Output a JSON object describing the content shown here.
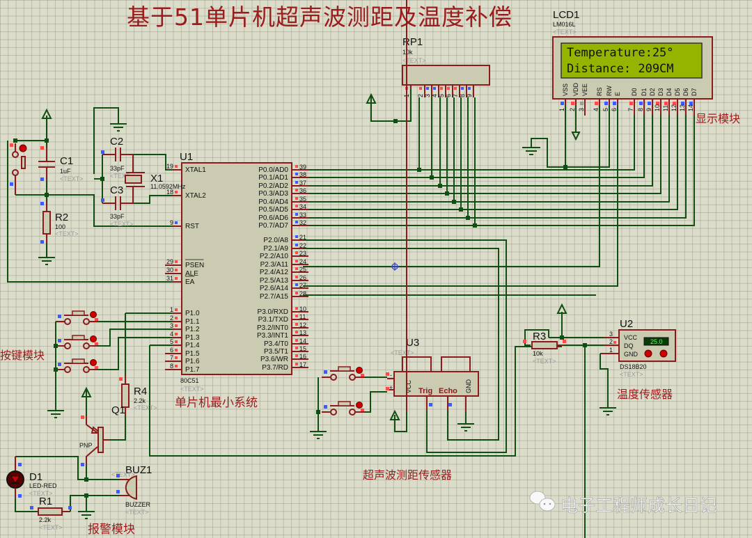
{
  "title": "基于51单片机超声波测距及温度补偿",
  "modules": {
    "display": "显示模块",
    "mcu": "单片机最小系统",
    "keys": "按键模块",
    "alarm": "报警模块",
    "ultrasonic": "超声波测距传感器",
    "temperature": "温度传感器"
  },
  "watermark": "电子工程师成长日记",
  "placeholder_text": "<TEXT>",
  "lcd": {
    "ref": "LCD1",
    "part": "LM016L",
    "line1": "Temperature:25°",
    "line2": "Distance:   209CM",
    "pin_names": [
      "VSS",
      "VDD",
      "VEE",
      "RS",
      "RW",
      "E",
      "D0",
      "D1",
      "D2",
      "D3",
      "D4",
      "D5",
      "D6",
      "D7"
    ],
    "pin_numbers": [
      "1",
      "2",
      "3",
      "4",
      "5",
      "6",
      "7",
      "8",
      "9",
      "10",
      "11",
      "12",
      "13",
      "14"
    ],
    "screen_color": "#94b400"
  },
  "rp1": {
    "ref": "RP1",
    "value": "10k",
    "pin_numbers": [
      "1",
      "2",
      "3",
      "4",
      "5",
      "6",
      "7",
      "8",
      "9"
    ]
  },
  "u1": {
    "ref": "U1",
    "part": "80C51",
    "left_pins": [
      {
        "num": "19",
        "name": "XTAL1"
      },
      {
        "num": "18",
        "name": "XTAL2"
      },
      {
        "num": "9",
        "name": "RST"
      },
      {
        "num": "29",
        "name": "PSEN"
      },
      {
        "num": "30",
        "name": "ALE"
      },
      {
        "num": "31",
        "name": "EA"
      },
      {
        "num": "1",
        "name": "P1.0"
      },
      {
        "num": "2",
        "name": "P1.1"
      },
      {
        "num": "3",
        "name": "P1.2"
      },
      {
        "num": "4",
        "name": "P1.3"
      },
      {
        "num": "5",
        "name": "P1.4"
      },
      {
        "num": "6",
        "name": "P1.5"
      },
      {
        "num": "7",
        "name": "P1.6"
      },
      {
        "num": "8",
        "name": "P1.7"
      }
    ],
    "right_pins": [
      {
        "num": "39",
        "name": "P0.0/AD0"
      },
      {
        "num": "38",
        "name": "P0.1/AD1"
      },
      {
        "num": "37",
        "name": "P0.2/AD2"
      },
      {
        "num": "36",
        "name": "P0.3/AD3"
      },
      {
        "num": "35",
        "name": "P0.4/AD4"
      },
      {
        "num": "34",
        "name": "P0.5/AD5"
      },
      {
        "num": "33",
        "name": "P0.6/AD6"
      },
      {
        "num": "32",
        "name": "P0.7/AD7"
      },
      {
        "num": "21",
        "name": "P2.0/A8"
      },
      {
        "num": "22",
        "name": "P2.1/A9"
      },
      {
        "num": "23",
        "name": "P2.2/A10"
      },
      {
        "num": "24",
        "name": "P2.3/A11"
      },
      {
        "num": "25",
        "name": "P2.4/A12"
      },
      {
        "num": "26",
        "name": "P2.5/A13"
      },
      {
        "num": "27",
        "name": "P2.6/A14"
      },
      {
        "num": "28",
        "name": "P2.7/A15"
      },
      {
        "num": "10",
        "name": "P3.0/RXD"
      },
      {
        "num": "11",
        "name": "P3.1/TXD"
      },
      {
        "num": "12",
        "name": "P3.2/INT0"
      },
      {
        "num": "13",
        "name": "P3.3/INT1"
      },
      {
        "num": "14",
        "name": "P3.4/T0"
      },
      {
        "num": "15",
        "name": "P3.5/T1"
      },
      {
        "num": "16",
        "name": "P3.6/WR"
      },
      {
        "num": "17",
        "name": "P3.7/RD"
      }
    ]
  },
  "c1": {
    "ref": "C1",
    "value": "1uF"
  },
  "c2": {
    "ref": "C2",
    "value": "33pF"
  },
  "c3": {
    "ref": "C3",
    "value": "33pF"
  },
  "x1": {
    "ref": "X1",
    "value": "11.0592MHz"
  },
  "r2": {
    "ref": "R2",
    "value": "100"
  },
  "r4": {
    "ref": "R4",
    "value": "2.2k"
  },
  "q1": {
    "ref": "Q1",
    "value": "PNP"
  },
  "d1": {
    "ref": "D1",
    "value": "LED-RED"
  },
  "r1": {
    "ref": "R1",
    "value": "2.2k"
  },
  "buz1": {
    "ref": "BUZ1",
    "value": "BUZZER"
  },
  "u3": {
    "ref": "U3",
    "pins": [
      "VCC",
      "Trig",
      "Echo",
      "GND"
    ]
  },
  "r3": {
    "ref": "R3",
    "value": "10k"
  },
  "u2": {
    "ref": "U2",
    "part": "DS18B20",
    "pins": [
      "VCC",
      "DQ",
      "GND"
    ],
    "pin_numbers": [
      "3",
      "2",
      "1"
    ],
    "reading": "25.0"
  }
}
